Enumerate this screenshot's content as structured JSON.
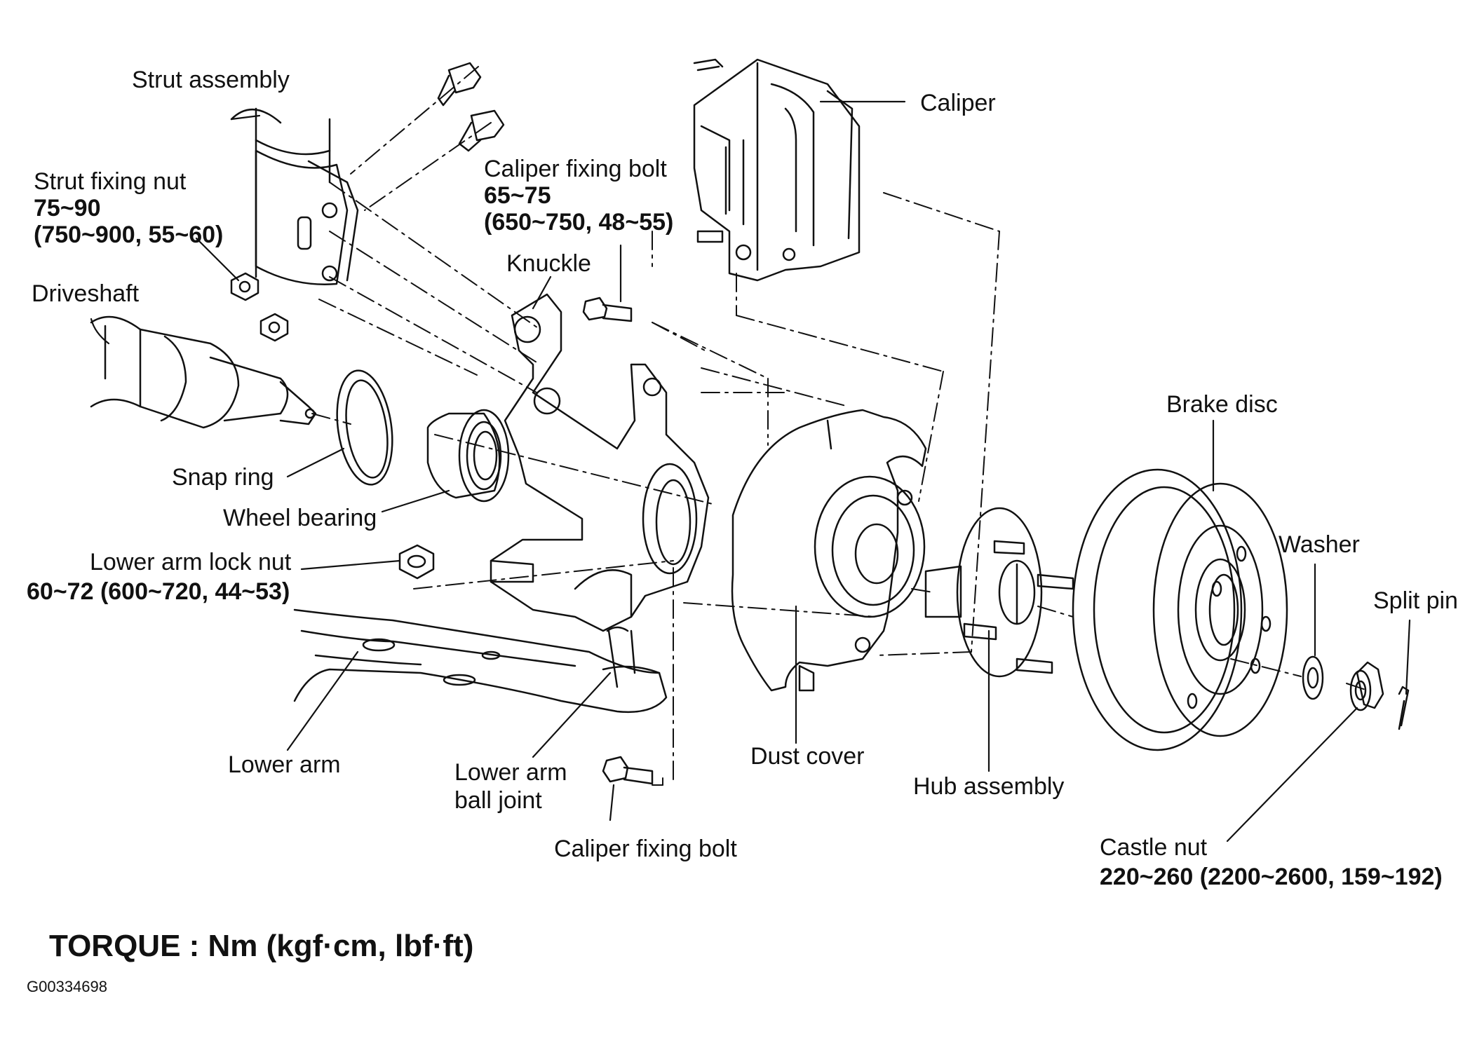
{
  "labels": {
    "strut_assembly": "Strut assembly",
    "strut_fixing_nut": "Strut fixing nut",
    "strut_fixing_nut_torque_1": "75~90",
    "strut_fixing_nut_torque_2": "(750~900, 55~60)",
    "driveshaft": "Driveshaft",
    "caliper": "Caliper",
    "caliper_fixing_bolt_top": "Caliper fixing bolt",
    "caliper_fixing_bolt_torque_1": "65~75",
    "caliper_fixing_bolt_torque_2": "(650~750, 48~55)",
    "knuckle": "Knuckle",
    "snap_ring": "Snap ring",
    "wheel_bearing": "Wheel bearing",
    "lower_arm_lock_nut": "Lower arm lock nut",
    "lower_arm_lock_nut_torque": "60~72 (600~720, 44~53)",
    "lower_arm": "Lower arm",
    "lower_arm_ball_joint_1": "Lower arm",
    "lower_arm_ball_joint_2": "ball joint",
    "caliper_fixing_bolt_bottom": "Caliper fixing bolt",
    "dust_cover": "Dust cover",
    "hub_assembly": "Hub assembly",
    "brake_disc": "Brake disc",
    "washer": "Washer",
    "split_pin": "Split pin",
    "castle_nut": "Castle nut",
    "castle_nut_torque": "220~260 (2200~2600, 159~192)"
  },
  "footer": {
    "torque_legend": "TORQUE : Nm (kgf·cm, lbf·ft)",
    "figure_code": "G00334698"
  }
}
